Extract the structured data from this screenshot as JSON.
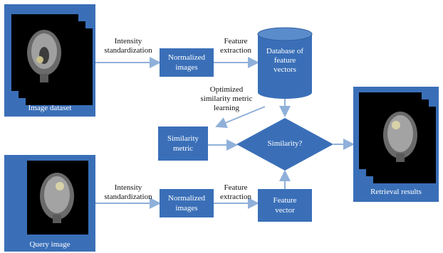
{
  "nodes": {
    "image_dataset": "Image dataset",
    "query_image": "Query image",
    "normalized_images_top": "Normalized\nimages",
    "normalized_images_bottom": "Normalized\nimages",
    "database": "Database of\nfeature\nvectors",
    "similarity_metric": "Similarity\nmetric",
    "similarity_decision": "Similarity?",
    "feature_vector": "Feature\nvector",
    "retrieval_results": "Retrieval results"
  },
  "edges": {
    "intensity_top": "Intensity\nstandardization",
    "feature_extraction_top": "Feature\nextraction",
    "optimized_learning": "Optimized\nsimilarity metric\nlearning",
    "intensity_bottom": "Intensity\nstandardization",
    "feature_extraction_bottom": "Feature\nextraction"
  },
  "colors": {
    "box_blue": "#3a6fb8",
    "arrow_blue": "#8fb0d9",
    "image_black": "#000000"
  }
}
